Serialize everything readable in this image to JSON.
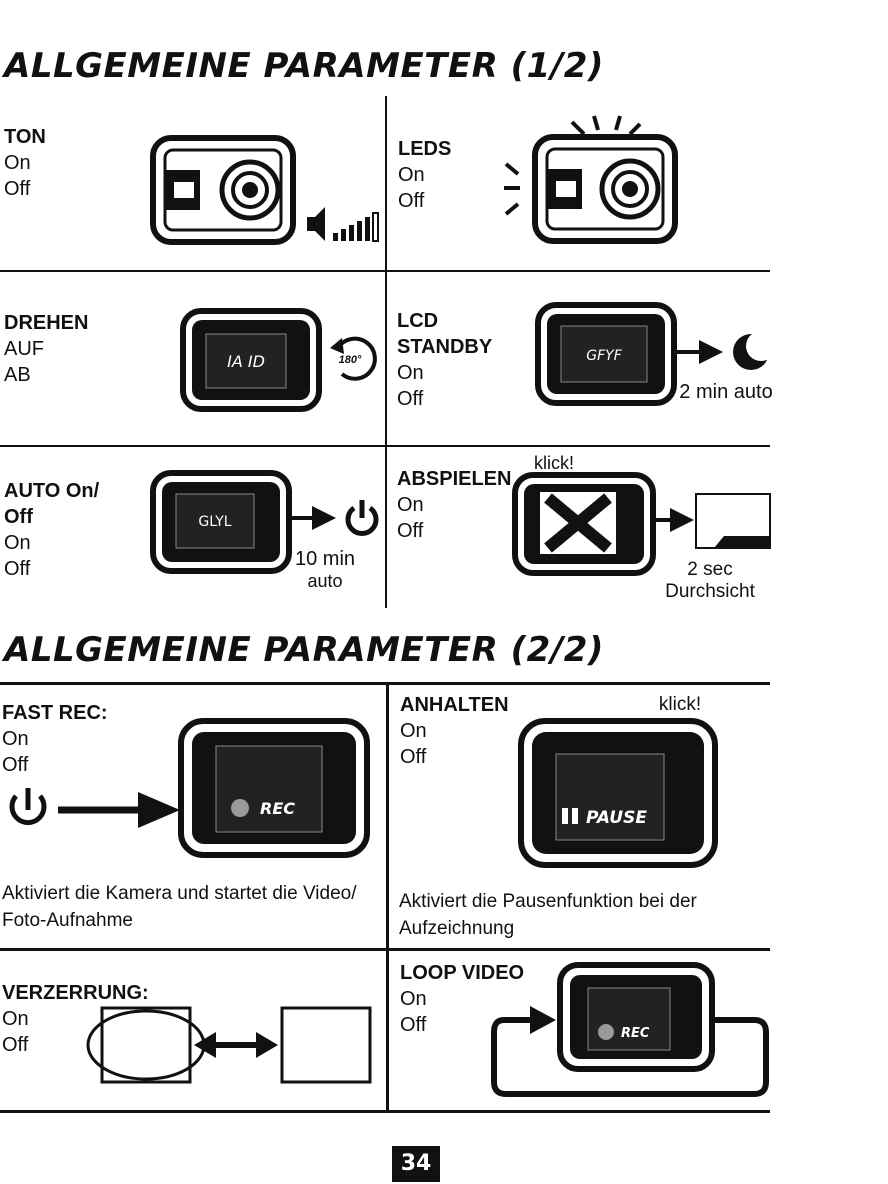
{
  "section1": {
    "title": "ALLGEMEINE PARAMETER (1/2)",
    "ton": {
      "title": "TON",
      "opt1": "On",
      "opt2": "Off"
    },
    "leds": {
      "title": "LEDS",
      "opt1": "On",
      "opt2": "Off"
    },
    "drehen": {
      "title": "DREHEN",
      "opt1": "AUF",
      "opt2": "AB",
      "screen_text": "IA ID",
      "rotate_label": "180°"
    },
    "lcd": {
      "title_line1": "LCD",
      "title_line2": "STANDBY",
      "opt1": "On",
      "opt2": "Off",
      "screen_text": "GFYF",
      "caption": "2 min auto"
    },
    "auto": {
      "title_line1": "AUTO On/",
      "title_line2": "Off",
      "opt1": "On",
      "opt2": "Off",
      "screen_text": "GLYL",
      "caption_line1": "10 min",
      "caption_line2": "auto"
    },
    "abspielen": {
      "title": "ABSPIELEN",
      "opt1": "On",
      "opt2": "Off",
      "click": "klick!",
      "caption_line1": "2 sec",
      "caption_line2": "Durchsicht"
    }
  },
  "section2": {
    "title": "ALLGEMEINE PARAMETER (2/2)",
    "fastrec": {
      "title": "FAST REC:",
      "opt1": "On",
      "opt2": "Off",
      "screen_text": "REC",
      "desc_line1": "Aktiviert die Kamera und startet die Video/",
      "desc_line2": "Foto-Aufnahme"
    },
    "anhalten": {
      "title": "ANHALTEN",
      "opt1": "On",
      "opt2": "Off",
      "click": "klick!",
      "screen_text": "PAUSE",
      "desc_line1": "Aktiviert die Pausenfunktion bei der",
      "desc_line2": "Aufzeichnung"
    },
    "verzerrung": {
      "title": "VERZERRUNG:",
      "opt1": "On",
      "opt2": "Off"
    },
    "loop": {
      "title": "LOOP VIDEO",
      "opt1": "On",
      "opt2": "Off",
      "screen_text": "REC"
    }
  },
  "page_number": "34",
  "icons": [
    "speaker-icon",
    "volume-bars-icon",
    "led-rays-icon",
    "rotate-icon",
    "moon-icon",
    "power-icon",
    "arrow-icon",
    "cross-icon",
    "rec-dot-icon",
    "pause-icon",
    "double-arrow-icon"
  ]
}
